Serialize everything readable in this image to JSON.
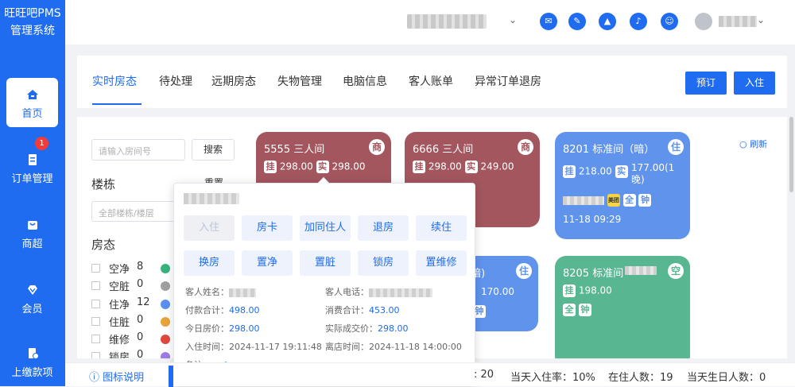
{
  "brand": {
    "line1": "旺旺吧PMS",
    "line2": "管理系统"
  },
  "nav": [
    {
      "label": "首页"
    },
    {
      "label": "订单管理",
      "badge": "1"
    },
    {
      "label": "商超"
    },
    {
      "label": "会员"
    },
    {
      "label": "上缴款项"
    }
  ],
  "topbar": {
    "icons": [
      "chat-icon",
      "edit-icon",
      "alarm-icon",
      "sound-icon",
      "support-icon"
    ]
  },
  "tabs": [
    "实时房态",
    "待处理",
    "远期房态",
    "失物管理",
    "电脑信息",
    "客人账单",
    "异常订单退房"
  ],
  "actions": {
    "reserve": "预订",
    "checkin": "入住"
  },
  "filter": {
    "search_placeholder": "请输入房间号",
    "search_btn": "搜索",
    "building_title": "楼栋",
    "building_reset": "重置",
    "building_placeholder": "全部楼栋/楼层",
    "status_title": "房态",
    "refresh": "刷新"
  },
  "statuses": [
    {
      "label": "空净",
      "count": "8",
      "color": "#36b37e"
    },
    {
      "label": "空脏",
      "count": "0",
      "color": "#a0a0a0"
    },
    {
      "label": "住净",
      "count": "12",
      "color": "#5b8ff0"
    },
    {
      "label": "住脏",
      "count": "0",
      "color": "#e8a33a"
    },
    {
      "label": "维修",
      "count": "0",
      "color": "#e0483f"
    },
    {
      "label": "锁房",
      "count": "0",
      "color": "#9b7be8"
    }
  ],
  "cards": [
    {
      "title": "5555 三人间",
      "tag": "商",
      "p1": "挂",
      "v1": "298.00",
      "p2": "实",
      "v2": "298.00"
    },
    {
      "title": "6666 三人间",
      "tag": "商",
      "p1": "挂",
      "v1": "298.00",
      "p2": "实",
      "v2": "249.00"
    },
    {
      "title": "8201 标准间（暗）",
      "tag": "住",
      "p1": "挂",
      "v1": "218.00",
      "p2": "实",
      "v2": "177.00(1",
      "v2b": "晚)",
      "chip": "美团",
      "c1": "全",
      "c2": "钟",
      "time": "11-18 09:29"
    },
    {
      "title": "(暗)",
      "tag": "住",
      "v1": "170.00",
      "c2": "钟"
    },
    {
      "title": "8205 标准间",
      "tag": "空",
      "p1": "挂",
      "v1": "198.00",
      "c1": "全",
      "c2": "钟"
    }
  ],
  "popup": {
    "buttons": [
      "入住",
      "房卡",
      "加同住人",
      "退房",
      "续住",
      "换房",
      "置净",
      "置脏",
      "锁房",
      "置维修"
    ],
    "guest_name_label": "客人姓名：",
    "guest_phone_label": "客人电话：",
    "paid_label": "付款合计：",
    "paid": "498.00",
    "consume_label": "消费合计：",
    "consume": "453.00",
    "today_price_label": "今日房价：",
    "today_price": "298.00",
    "actual_label": "实际成交价：",
    "actual": "298.00",
    "checkin_label": "入住时间：",
    "checkin": "2024-11-17 19:11:48",
    "leave_label": "离店时间：",
    "leave": "2024-11-18 14:00:00",
    "remark_label": "备注：",
    "remark": "--"
  },
  "footer": {
    "legend": "图标说明",
    "s1": ": 20",
    "s2": "当天入住率：10%",
    "s3": "在住人数：19",
    "s4": "当天生日人数：0"
  }
}
